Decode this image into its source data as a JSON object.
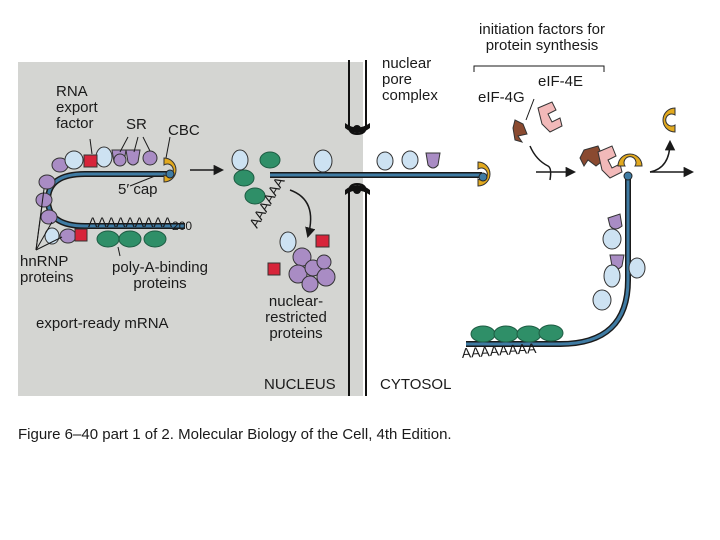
{
  "labels": {
    "initiation_factors": "initiation factors for\nprotein synthesis",
    "eif4e": "eIF-4E",
    "eif4g": "eIF-4G",
    "nuclear_pore_complex": "nuclear\npore\ncomplex",
    "rna_export_factor": "RNA\nexport\nfactor",
    "sr": "SR",
    "cbc": "CBC",
    "five_prime_cap": "5′ cap",
    "poly_a_tail": "AAAAAAAAA",
    "poly_a_count": "200",
    "hnrnp_proteins": "hnRNP\nproteins",
    "poly_a_binding_proteins": "poly-A-binding\nproteins",
    "export_ready_mrna": "export-ready mRNA",
    "nuclear_restricted_proteins": "nuclear-\nrestricted\nproteins",
    "nucleus": "NUCLEUS",
    "cytosol": "CYTOSOL",
    "poly_a_mid": "AAAAAA",
    "poly_a_cytosol": "AAAAAAAA"
  },
  "caption": "Figure 6–40 part 1 of 2. Molecular Biology of the Cell, 4th Edition.",
  "colors": {
    "nucleus_bg": "#d4d5d2",
    "mrna": "#3f7ba3",
    "hnrnp": "#a98cc4",
    "sr": "#a98cc4",
    "export_factor": "#d7243a",
    "cbc": "#e2a91e",
    "pabp": "#2f8f68",
    "light_protein": "#cde2f2",
    "eif4g": "#8a4a30",
    "eif4e": "#f2b9b9"
  }
}
